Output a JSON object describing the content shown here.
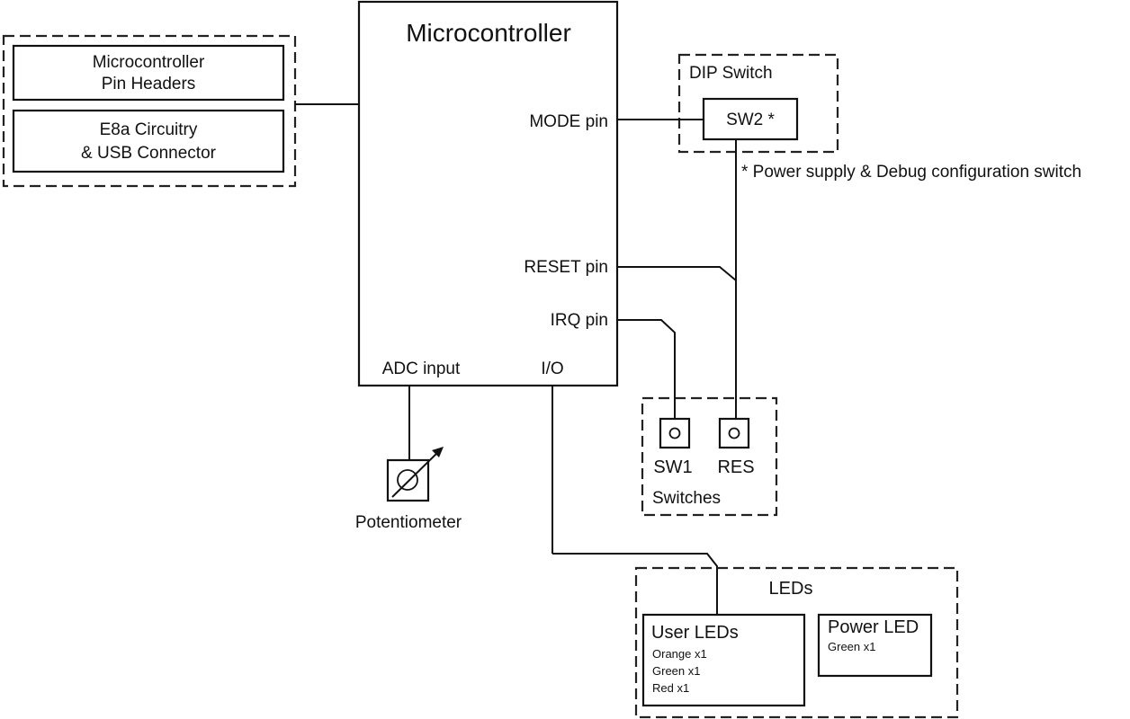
{
  "microcontroller": {
    "title": "Microcontroller",
    "mode_pin": "MODE pin",
    "reset_pin": "RESET pin",
    "irq_pin": "IRQ pin",
    "adc_input": "ADC input",
    "io": "I/O"
  },
  "headers_group": {
    "pin_headers_line1": "Microcontroller",
    "pin_headers_line2": "Pin Headers",
    "e8a_line1": "E8a Circuitry",
    "e8a_line2": "& USB Connector"
  },
  "dip_switch": {
    "title": "DIP Switch",
    "sw2": "SW2 *",
    "note": "* Power supply & Debug configuration switch"
  },
  "switches": {
    "title": "Switches",
    "sw1": "SW1",
    "res": "RES"
  },
  "potentiometer": {
    "label": "Potentiometer"
  },
  "leds": {
    "title": "LEDs",
    "user_leds_title": "User LEDs",
    "user_leds_items": [
      "Orange x1",
      "Green x1",
      "Red x1"
    ],
    "power_led_title": "Power LED",
    "power_led_items": [
      "Green x1"
    ]
  }
}
